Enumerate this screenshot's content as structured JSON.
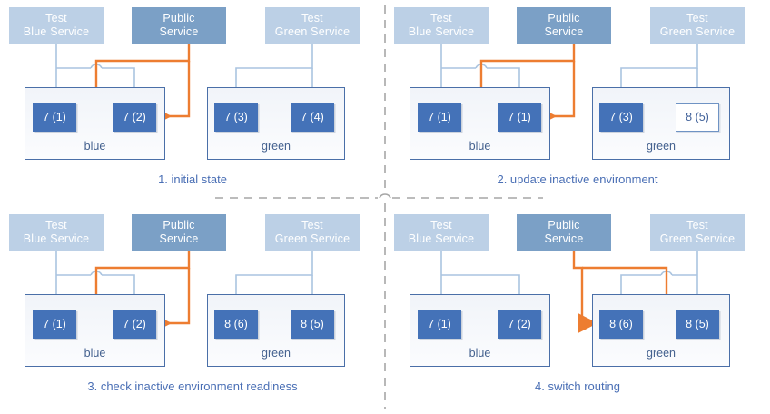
{
  "diagram": {
    "title": "blue-green deployment sequence",
    "colors": {
      "test_service_fill": "#bcd0e6",
      "public_service_fill": "#7ba0c6",
      "pod_fill": "#4472b8",
      "pod_empty_fill": "#ffffff",
      "env_border": "#4a6fa8",
      "routing_arrow": "#ed7d31",
      "test_arrow": "#aac4e0",
      "caption_text": "#4a6fb5",
      "divider": "#a6a6a6"
    },
    "panels": [
      {
        "id": "panel-1",
        "caption": "1. initial state",
        "services": [
          {
            "name": "test-blue-service",
            "line1": "Test",
            "line2": "Blue Service",
            "kind": "test"
          },
          {
            "name": "public-service",
            "line1": "Public",
            "line2": "Service",
            "kind": "public"
          },
          {
            "name": "test-green-service",
            "line1": "Test",
            "line2": "Green Service",
            "kind": "test"
          }
        ],
        "environments": [
          {
            "name": "blue",
            "label": "blue",
            "pods": [
              {
                "label": "7 (1)",
                "state": "running"
              },
              {
                "label": "7 (2)",
                "state": "running"
              }
            ]
          },
          {
            "name": "green",
            "label": "green",
            "pods": [
              {
                "label": "7 (3)",
                "state": "running"
              },
              {
                "label": "7 (4)",
                "state": "running"
              }
            ]
          }
        ],
        "public_routes_to": "blue"
      },
      {
        "id": "panel-2",
        "caption": "2. update inactive environment",
        "services": [
          {
            "name": "test-blue-service",
            "line1": "Test",
            "line2": "Blue Service",
            "kind": "test"
          },
          {
            "name": "public-service",
            "line1": "Public",
            "line2": "Service",
            "kind": "public"
          },
          {
            "name": "test-green-service",
            "line1": "Test",
            "line2": "Green Service",
            "kind": "test"
          }
        ],
        "environments": [
          {
            "name": "blue",
            "label": "blue",
            "pods": [
              {
                "label": "7 (1)",
                "state": "running"
              },
              {
                "label": "7 (1)",
                "state": "running"
              }
            ]
          },
          {
            "name": "green",
            "label": "green",
            "pods": [
              {
                "label": "7 (3)",
                "state": "running"
              },
              {
                "label": "8 (5)",
                "state": "starting"
              }
            ]
          }
        ],
        "public_routes_to": "blue"
      },
      {
        "id": "panel-3",
        "caption": "3. check inactive environment readiness",
        "services": [
          {
            "name": "test-blue-service",
            "line1": "Test",
            "line2": "Blue Service",
            "kind": "test"
          },
          {
            "name": "public-service",
            "line1": "Public",
            "line2": "Service",
            "kind": "public"
          },
          {
            "name": "test-green-service",
            "line1": "Test",
            "line2": "Green Service",
            "kind": "test"
          }
        ],
        "environments": [
          {
            "name": "blue",
            "label": "blue",
            "pods": [
              {
                "label": "7 (1)",
                "state": "running"
              },
              {
                "label": "7 (2)",
                "state": "running"
              }
            ]
          },
          {
            "name": "green",
            "label": "green",
            "pods": [
              {
                "label": "8 (6)",
                "state": "running"
              },
              {
                "label": "8 (5)",
                "state": "running"
              }
            ]
          }
        ],
        "public_routes_to": "blue"
      },
      {
        "id": "panel-4",
        "caption": "4. switch routing",
        "services": [
          {
            "name": "test-blue-service",
            "line1": "Test",
            "line2": "Blue Service",
            "kind": "test"
          },
          {
            "name": "public-service",
            "line1": "Public",
            "line2": "Service",
            "kind": "public"
          },
          {
            "name": "test-green-service",
            "line1": "Test",
            "line2": "Green Service",
            "kind": "test"
          }
        ],
        "environments": [
          {
            "name": "blue",
            "label": "blue",
            "pods": [
              {
                "label": "7 (1)",
                "state": "running"
              },
              {
                "label": "7 (2)",
                "state": "running"
              }
            ]
          },
          {
            "name": "green",
            "label": "green",
            "pods": [
              {
                "label": "8 (6)",
                "state": "running"
              },
              {
                "label": "8 (5)",
                "state": "running"
              }
            ]
          }
        ],
        "public_routes_to": "green"
      }
    ]
  }
}
